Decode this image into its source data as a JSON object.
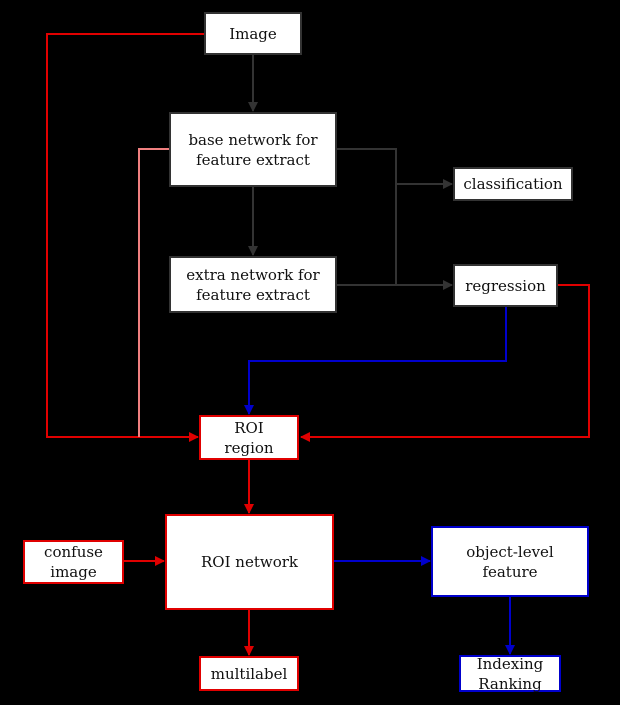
{
  "nodes": {
    "image": {
      "label": "Image"
    },
    "base_network": {
      "label": "base network for\nfeature extract"
    },
    "extra_network": {
      "label": "extra network for\nfeature extract"
    },
    "classification": {
      "label": "classification"
    },
    "regression": {
      "label": "regression"
    },
    "roi_region": {
      "label": "ROI\nregion"
    },
    "roi_network": {
      "label": "ROI network"
    },
    "confuse_image": {
      "label": "confuse\nimage"
    },
    "object_level_feature": {
      "label": "object-level\nfeature"
    },
    "multilabel": {
      "label": "multilabel"
    },
    "indexing_ranking": {
      "label": "Indexing\nRanking"
    }
  },
  "colors": {
    "background": "#000000",
    "node_fill": "#ffffff",
    "dark_edge": "#333333",
    "red_edge": "#e00000",
    "blue_edge": "#0000cc"
  }
}
